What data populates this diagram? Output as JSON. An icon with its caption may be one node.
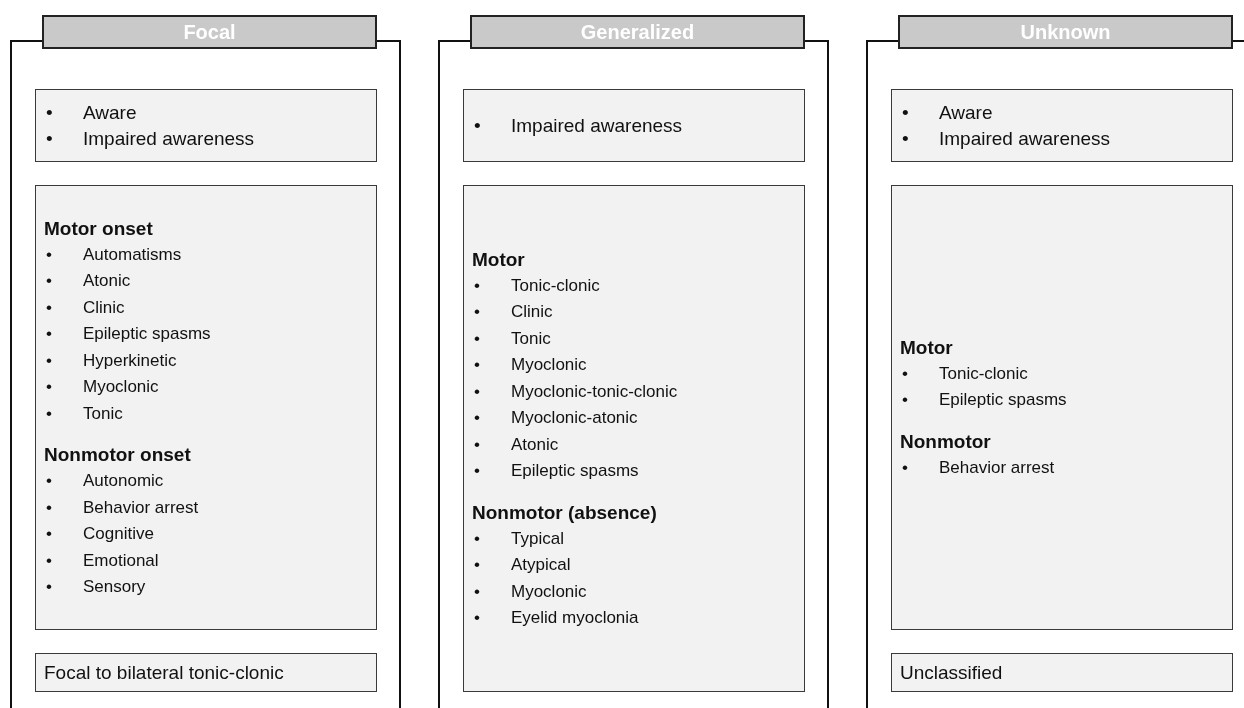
{
  "diagram": {
    "nodes": [
      {
        "text": [
          "Focal"
        ]
      },
      {
        "text": [
          "•",
          "Aware",
          "•",
          "Impaired awareness"
        ],
        "in": 0
      },
      {
        "text": [
          "Motor onset",
          "•",
          "Automatisms",
          "•",
          "Atonic",
          "•",
          "Clinic",
          "•",
          "Epileptic spasms",
          "•",
          "Hyperkinetic",
          "•",
          "Myoclonic",
          "•",
          "Tonic",
          "Nonmotor onset",
          "•",
          "Autonomic",
          "•",
          "Behavior arrest",
          "•",
          "Cognitive",
          "•",
          "Emotional",
          "•",
          "Sensory"
        ],
        "in": 0
      },
      {
        "text": [
          "Focal to bilateral tonic-clonic"
        ],
        "in": 0
      },
      {
        "text": [
          "Generalized"
        ]
      },
      {
        "text": [
          "•",
          "Impaired awareness"
        ],
        "in": 4
      },
      {
        "text": [
          "Motor",
          "•",
          "Tonic-clonic",
          "•",
          "Clinic",
          "•",
          "Tonic",
          "•",
          "Myoclonic",
          "•",
          "Myoclonic-tonic-clonic",
          "•",
          "Myoclonic-atonic",
          "•",
          "Atonic",
          "•",
          "Epileptic spasms",
          "Nonmotor (absence)",
          "•",
          "Typical",
          "•",
          "Atypical",
          "•",
          "Myoclonic",
          "•",
          "Eyelid myoclonia"
        ],
        "in": 4
      },
      {
        "text": [
          "Unknown"
        ]
      },
      {
        "text": [
          "•",
          "Aware",
          "•",
          "Impaired awareness"
        ],
        "in": 7
      },
      {
        "text": [
          "Motor",
          "•",
          "Tonic-clonic",
          "•",
          "Epileptic spasms",
          "Nonmotor",
          "•",
          "Behavior arrest"
        ],
        "in": 7
      },
      {
        "text": [
          "Unclassified"
        ],
        "in": 7
      }
    ]
  }
}
